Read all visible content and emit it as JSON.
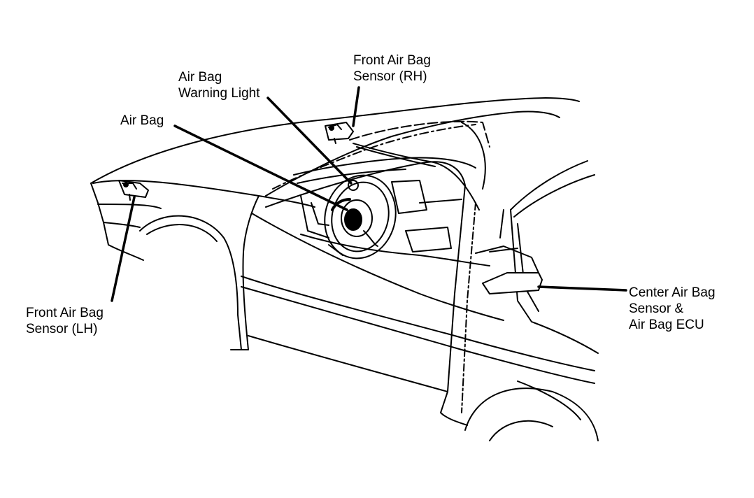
{
  "labels": {
    "front_rh": {
      "line1": "Front Air Bag",
      "line2": "Sensor (RH)"
    },
    "warning_light": {
      "line1": "Air Bag",
      "line2": "Warning Light"
    },
    "air_bag": {
      "line1": "Air Bag"
    },
    "front_lh": {
      "line1": "Front Air Bag",
      "line2": "Sensor (LH)"
    },
    "center_sensor": {
      "line1": "Center Air Bag",
      "line2": "Sensor &",
      "line3": "Air Bag ECU"
    }
  },
  "colors": {
    "ink": "#000000",
    "background": "#ffffff"
  }
}
